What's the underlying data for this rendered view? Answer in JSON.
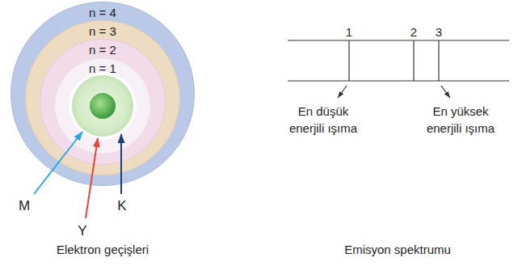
{
  "diagram": {
    "nodes": [
      {
        "text": [
          "n = 4"
        ]
      },
      {
        "text": [
          "n = 3"
        ],
        "in": 0
      },
      {
        "text": [
          "n = 2"
        ],
        "in": 1
      },
      {
        "text": [
          "n = 1"
        ],
        "in": 2
      }
    ],
    "labels": [
      "M",
      "Y",
      "K",
      "Elektron geçişleri",
      "1",
      "2",
      "3",
      "En düşük enerjili ışıma",
      "En yüksek enerjili ışıma",
      "Emisyon spektrumu"
    ]
  }
}
